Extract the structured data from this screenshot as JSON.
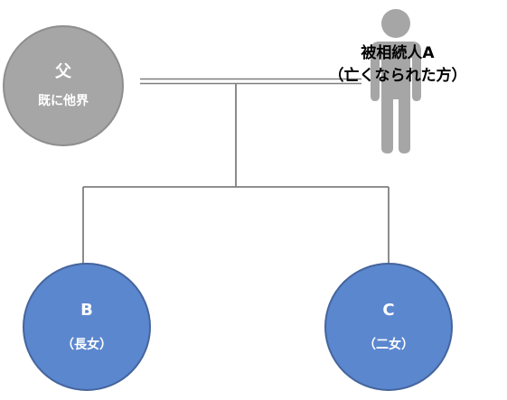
{
  "father": {
    "name": "父",
    "status": "既に他界"
  },
  "decedent": {
    "name": "被相続人A",
    "note": "（亡くなられた方）"
  },
  "children": [
    {
      "name": "B",
      "relation": "（長女）"
    },
    {
      "name": "C",
      "relation": "（二女）"
    }
  ],
  "colors": {
    "father_fill": "#a6a6a6",
    "child_fill": "#5b87cf",
    "person_icon": "#a6a6a6",
    "line": "#7f7f7f"
  },
  "icons": {
    "decedent": "person-icon"
  }
}
